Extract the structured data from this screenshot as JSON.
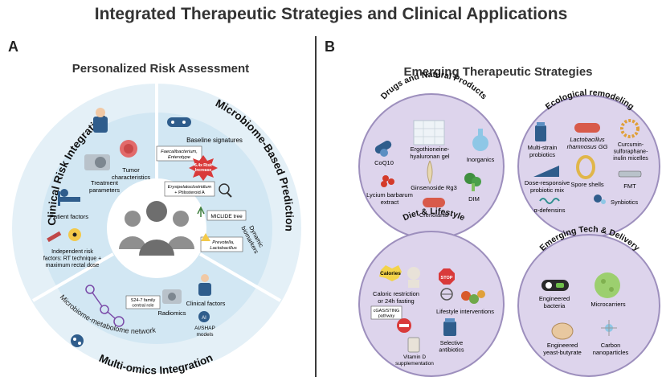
{
  "title": "Integrated Therapeutic Strategies and Clinical Applications",
  "colors": {
    "accent": "#cfe6f3",
    "ring": "#e4f0f7",
    "purple": "#ddd4ec",
    "purple_stroke": "#9d8fbd",
    "dark": "#2a2a2a"
  },
  "panel_a": {
    "letter": "A",
    "heading": "Personalized Risk Assessment",
    "sectors": {
      "clinical": "Clinical Risk Integration",
      "microbiome": "Microbiome-Based Prediction",
      "multiomics": "Multi-omics Integration",
      "network": "Microbiome-metabolome networks"
    },
    "clinical_items": {
      "tumor": [
        "Tumor",
        "characteristics"
      ],
      "treatment": [
        "Treatment",
        "parameters"
      ],
      "patient": "Patient factors",
      "risk": [
        "Independent risk",
        "factors: RT technique +",
        "maximum rectal dose"
      ]
    },
    "microbiome_items": {
      "baseline": "Baseline signatures",
      "faecali": [
        "Faecalibacterium,",
        "Enterotype"
      ],
      "increase": [
        "6.4x Risk",
        "Increase"
      ],
      "erysi": [
        "Erysipelatoclostridium",
        "+ Ptilosteroid A"
      ],
      "miclide": "MICLIDE tree",
      "dynamic": [
        "Dynamic",
        "biomarkers"
      ],
      "prevotella": [
        "Prevotella,",
        "Lactobacillus"
      ]
    },
    "omics_items": {
      "s24": [
        "S24-7 family",
        "central role"
      ],
      "radiomics": "Radiomics",
      "clinical_factors": "Clinical factors",
      "ai": [
        "AI/SHAP",
        "models"
      ]
    }
  },
  "panel_b": {
    "letter": "B",
    "heading": "Emerging Therapeutic Strategies",
    "drugs": {
      "title": "Drugs and Natural Products",
      "coq10": "CoQ10",
      "ergo": [
        "Ergothioneine-",
        "hyaluronan gel"
      ],
      "inorganics": "Inorganics",
      "ginsenoside": "Ginsenoside Rg3",
      "lycium": [
        "Lycium barbarum",
        "extract"
      ],
      "dim": "DIM",
      "crenolanib": "Crenolanib"
    },
    "eco": {
      "title": "Ecological remodeling",
      "multistrain": [
        "Multi-strain",
        "probiotics"
      ],
      "lacto": [
        "Lactobacillus",
        "rhamnosus GG"
      ],
      "curcumin": [
        "Curcumin-",
        "sulforaphane-",
        "inulin micelles"
      ],
      "dose": [
        "Dose-responsive",
        "probiotic mix"
      ],
      "spore": "Spore shells",
      "fmt": "FMT",
      "defensins": "α-defensins",
      "synbiotics": "Synbiotics"
    },
    "diet": {
      "title": "Diet & Lifestyle",
      "calories": "Calories",
      "stop": "STOP",
      "caloric": [
        "Caloric restriction",
        "or 24h fasting"
      ],
      "cgas": [
        "cGAS/STING",
        "pathway"
      ],
      "lifestyle": "Lifestyle interventions",
      "vitd": [
        "Vitamin D",
        "supplementation"
      ],
      "selective": [
        "Selective",
        "antibiotics"
      ]
    },
    "tech": {
      "title": "Emerging Tech & Delivery",
      "bacteria": [
        "Engineered",
        "bacteria"
      ],
      "microcarriers": "Microcarriers",
      "yeast": [
        "Engineered",
        "yeast-butyrate"
      ],
      "carbon": [
        "Carbon",
        "nanoparticles"
      ]
    }
  }
}
